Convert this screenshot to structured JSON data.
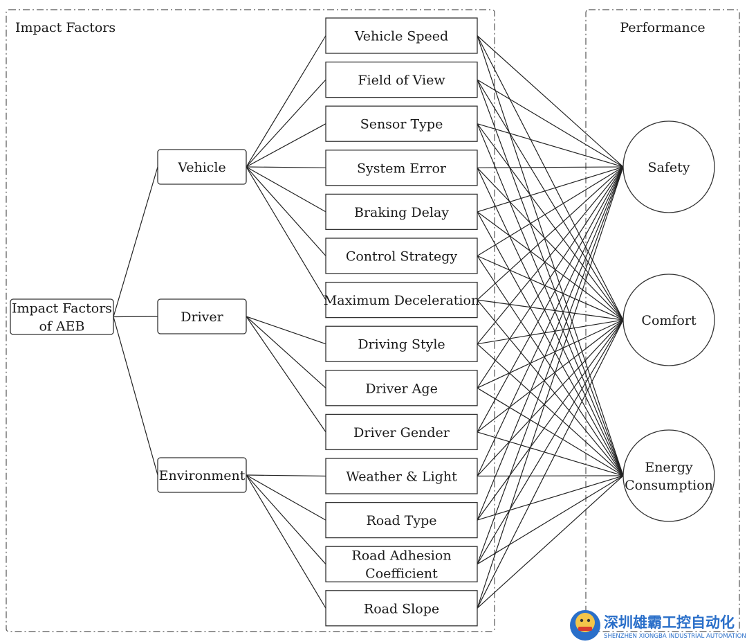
{
  "regions": {
    "impact_title": "Impact Factors",
    "performance_title": "Performance"
  },
  "root": {
    "label_lines": [
      "Impact Factors",
      "of AEB"
    ]
  },
  "categories": [
    {
      "id": "vehicle",
      "label": "Vehicle"
    },
    {
      "id": "driver",
      "label": "Driver"
    },
    {
      "id": "environment",
      "label": "Environment"
    }
  ],
  "factors": [
    {
      "category": "vehicle",
      "label_lines": [
        "Vehicle Speed"
      ]
    },
    {
      "category": "vehicle",
      "label_lines": [
        "Field of View"
      ]
    },
    {
      "category": "vehicle",
      "label_lines": [
        "Sensor Type"
      ]
    },
    {
      "category": "vehicle",
      "label_lines": [
        "System Error"
      ]
    },
    {
      "category": "vehicle",
      "label_lines": [
        "Braking Delay"
      ]
    },
    {
      "category": "vehicle",
      "label_lines": [
        "Control Strategy"
      ]
    },
    {
      "category": "vehicle",
      "label_lines": [
        "Maximum Deceleration"
      ]
    },
    {
      "category": "driver",
      "label_lines": [
        "Driving Style"
      ]
    },
    {
      "category": "driver",
      "label_lines": [
        "Driver Age"
      ]
    },
    {
      "category": "driver",
      "label_lines": [
        "Driver Gender"
      ]
    },
    {
      "category": "environment",
      "label_lines": [
        "Weather & Light"
      ]
    },
    {
      "category": "environment",
      "label_lines": [
        "Road Type"
      ]
    },
    {
      "category": "environment",
      "label_lines": [
        "Road Adhesion",
        "Coefficient"
      ]
    },
    {
      "category": "environment",
      "label_lines": [
        "Road Slope"
      ]
    }
  ],
  "performance": [
    {
      "id": "safety",
      "label_lines": [
        "Safety"
      ]
    },
    {
      "id": "comfort",
      "label_lines": [
        "Comfort"
      ]
    },
    {
      "id": "energy",
      "label_lines": [
        "Energy",
        "Consumption"
      ]
    }
  ],
  "watermark": {
    "text_cn": "深圳雄霸工控自动化",
    "text_en": "SHENZHEN XIONGBA INDUSTRIAL AUTOMATION",
    "color": "#2a6fc9"
  }
}
